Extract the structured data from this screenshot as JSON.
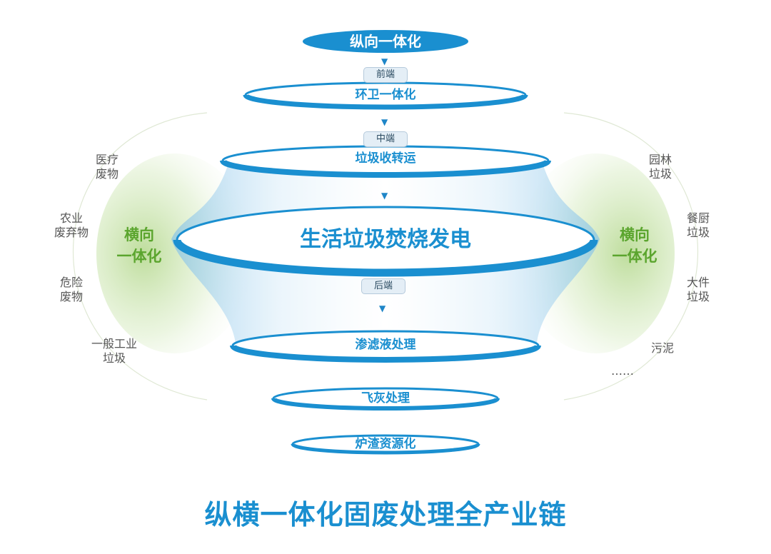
{
  "vertical_title": "纵向一体化",
  "front_tag": "前端",
  "middle_tag": "中端",
  "back_tag": "后端",
  "rings": {
    "sanitation": "环卫一体化",
    "collection": "垃圾收转运",
    "incineration": "生活垃圾焚烧发电",
    "leachate": "渗滤液处理",
    "fly_ash": "飞灰处理",
    "slag": "炉渣资源化"
  },
  "horizontal_title": "横向\n一体化",
  "left_items": [
    "医疗\n废物",
    "农业\n废弃物",
    "危险\n废物",
    "一般工业\n垃圾"
  ],
  "right_items": [
    "园林\n垃圾",
    "餐厨\n垃圾",
    "大件\n垃圾",
    "污泥",
    "……"
  ],
  "main_title": "纵横一体化固废处理全产业链",
  "colors": {
    "brand_blue": "#1a8fd0",
    "green": "#5ba52e",
    "dark_blue": "#1f86c8"
  }
}
